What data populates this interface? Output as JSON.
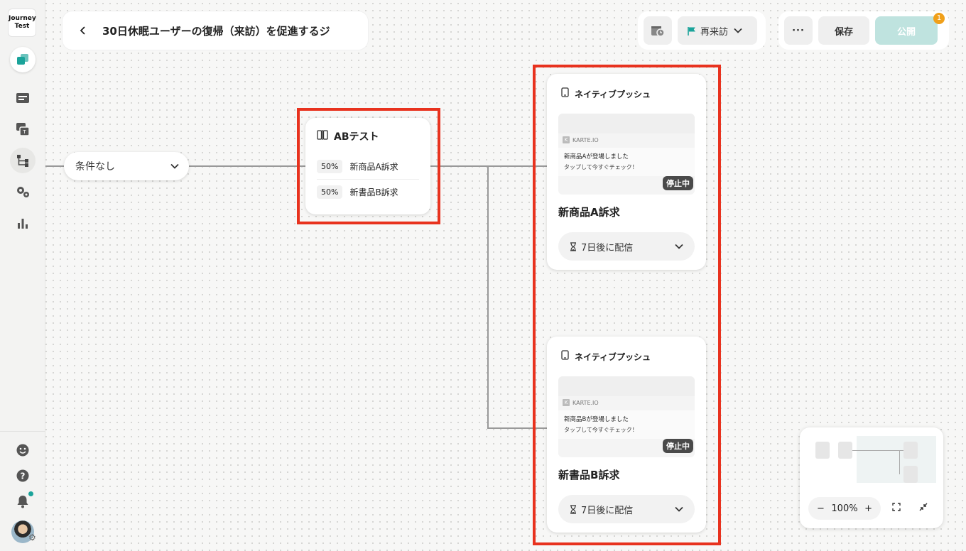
{
  "app": {
    "logo_line1": "Journey",
    "logo_line2": "Test"
  },
  "header": {
    "title": "30日休眠ユーザーの復帰（来訪）を促進するジ",
    "goal_label": "再来訪",
    "more_label": "···",
    "save_label": "保存",
    "publish_label": "公開",
    "publish_badge": "1"
  },
  "colors": {
    "accent": "#1aa39a",
    "highlight": "#e8321e",
    "badge": "#f0a01a"
  },
  "canvas": {
    "condition_label": "条件なし",
    "ab_test": {
      "title": "ABテスト",
      "variants": [
        {
          "percent": "50%",
          "label": "新商品A訴求"
        },
        {
          "percent": "50%",
          "label": "新書品B訴求"
        }
      ]
    },
    "push_cards": [
      {
        "type_label": "ネイティブプッシュ",
        "brand": "KARTE.IO",
        "notif_title": "新商品Aが登場しました",
        "notif_text": "タップして今すぐチェック！",
        "status": "停止中",
        "name": "新商品A訴求",
        "delay": "7日後に配信"
      },
      {
        "type_label": "ネイティブプッシュ",
        "brand": "KARTE.IO",
        "notif_title": "新商品Bが登場しました",
        "notif_text": "タップして今すぐチェック！",
        "status": "停止中",
        "name": "新書品B訴求",
        "delay": "7日後に配信"
      }
    ]
  },
  "minimap": {
    "zoom": "100%",
    "zoom_out": "−",
    "zoom_in": "+"
  }
}
